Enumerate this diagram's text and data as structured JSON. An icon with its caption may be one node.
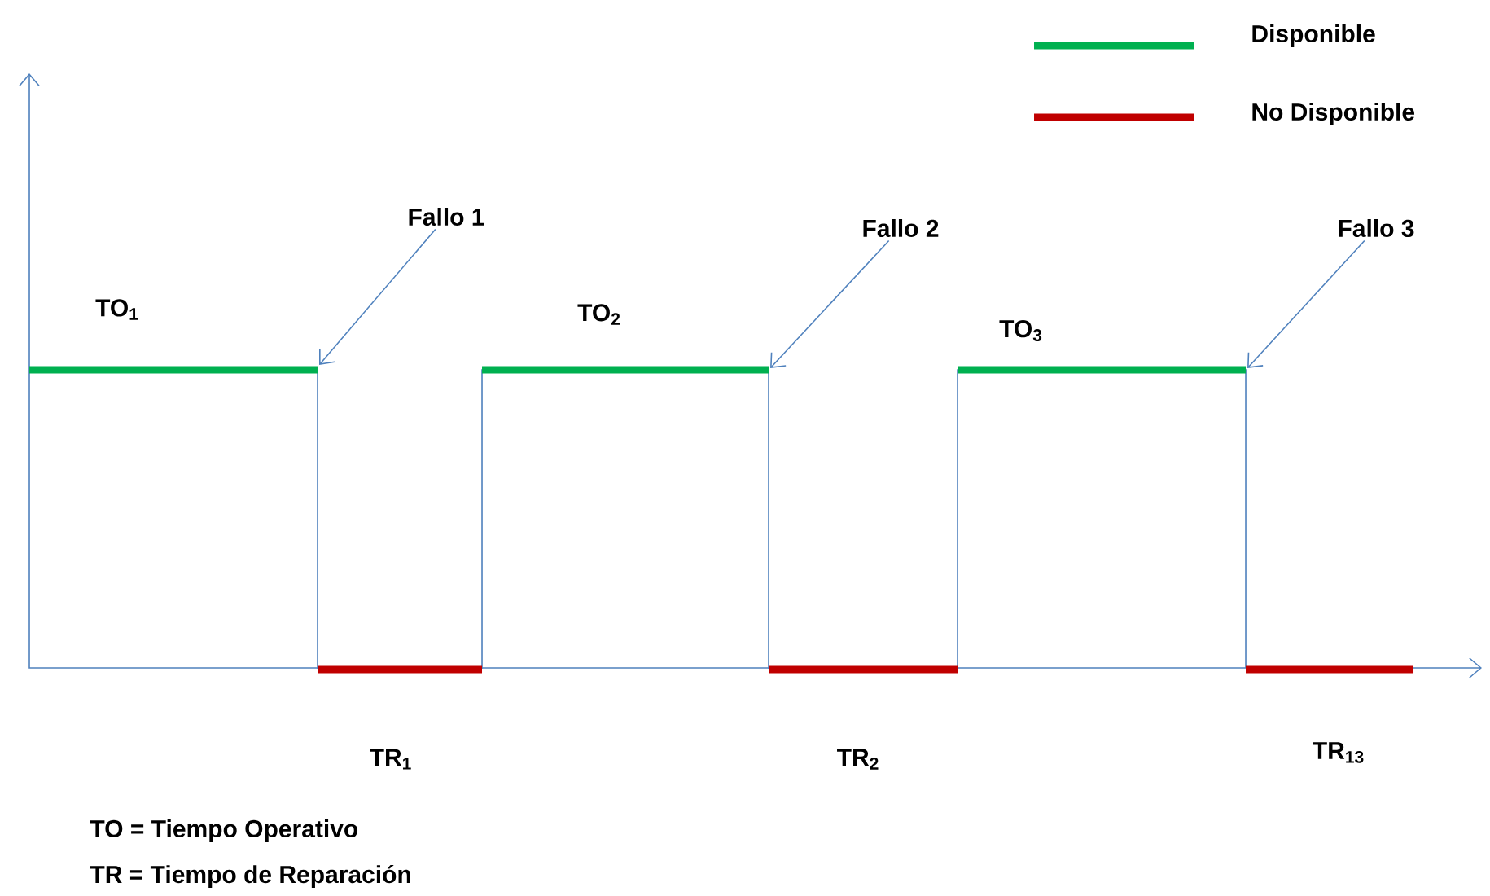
{
  "diagram": {
    "nodes": [
      {
        "text": [
          "Fallo 1"
        ]
      },
      {
        "text": [
          "Fallo 2"
        ]
      },
      {
        "text": [
          "Fallo 3"
        ]
      }
    ],
    "edges": [
      {
        "from": 0,
        "to": null,
        "arrow": "to"
      },
      {
        "from": 1,
        "to": null,
        "arrow": "to"
      },
      {
        "from": 2,
        "to": null,
        "arrow": "to"
      }
    ],
    "labels": [
      "TO$_{1}$",
      "TO$_{2}$",
      "TO$_{3}$",
      "TR$_{1}$",
      "TR$_{2}$",
      "TR$_{13}$",
      "TO = Tiempo Operativo",
      "TR = Tiempo de Reparación"
    ],
    "legend": [
      {
        "text": "Disponible",
        "color": "#00b050"
      },
      {
        "text": "No Disponible",
        "color": "#c00000"
      }
    ]
  }
}
